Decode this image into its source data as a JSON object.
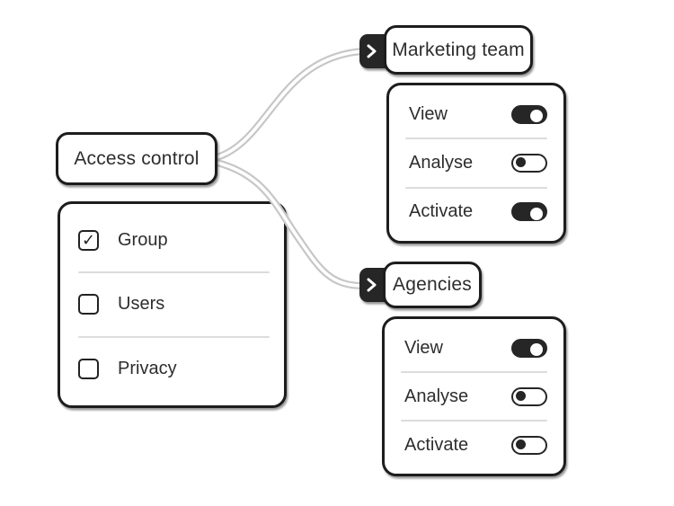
{
  "colors": {
    "ink": "#1d1d1d",
    "text": "#2d2d2d",
    "tab_fill": "#262626",
    "tube_gray": "#c7c7c7",
    "divider": "#dcdcdc",
    "background": "#ffffff"
  },
  "icons": {
    "chevron_right": "❯",
    "checkmark": "✓"
  },
  "access_node": {
    "label": "Access control"
  },
  "options_panel": {
    "items": [
      {
        "label": "Group",
        "checked": true
      },
      {
        "label": "Users",
        "checked": false
      },
      {
        "label": "Privacy",
        "checked": false
      }
    ]
  },
  "marketing_node": {
    "label": "Marketing team"
  },
  "marketing_permissions": {
    "items": [
      {
        "label": "View",
        "on": true
      },
      {
        "label": "Analyse",
        "on": false
      },
      {
        "label": "Activate",
        "on": true
      }
    ]
  },
  "agencies_node": {
    "label": "Agencies"
  },
  "agencies_permissions": {
    "items": [
      {
        "label": "View",
        "on": true
      },
      {
        "label": "Analyse",
        "on": false
      },
      {
        "label": "Activate",
        "on": false
      }
    ]
  }
}
